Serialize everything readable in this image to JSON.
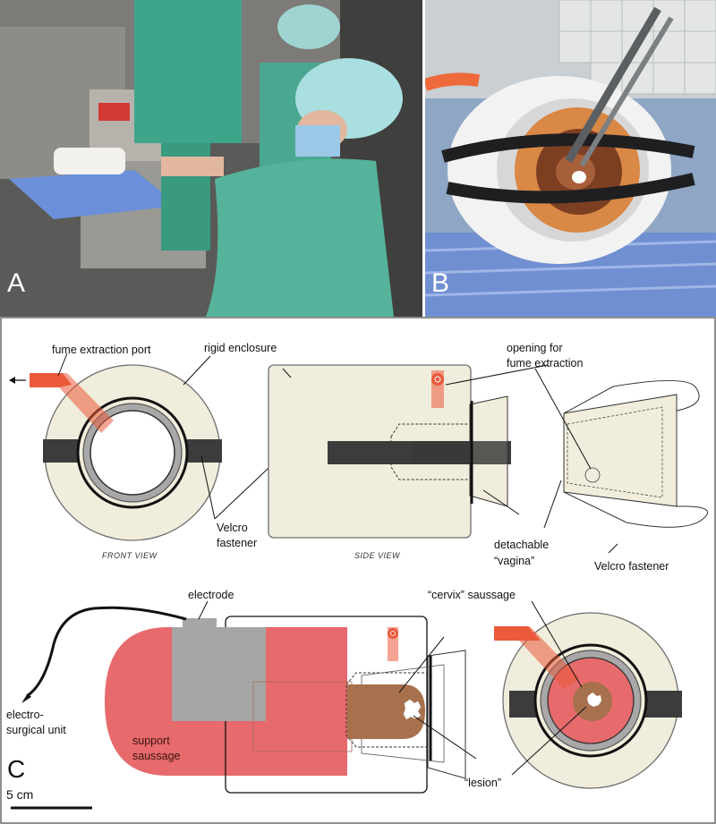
{
  "panels": {
    "a": {
      "letter": "A"
    },
    "b": {
      "letter": "B"
    },
    "c": {
      "letter": "C"
    }
  },
  "colors": {
    "beige": "#f1eddc",
    "salmon": "#e76a6c",
    "orange_red": "#ea5a3b",
    "tan": "#a8714d",
    "dark_bar": "#3c3c3c",
    "gray_box": "#a6a6a6",
    "scrub_green": "#4fa38d"
  },
  "labels": {
    "fume_extraction_port": "fume extraction port",
    "rigid_enclosure": "rigid enclosure",
    "opening_line1": "opening for",
    "opening_line2": "fume extraction",
    "front_view": "FRONT VIEW",
    "side_view": "SIDE VIEW",
    "velcro_fastener_left_1": "Velcro",
    "velcro_fastener_left_2": "fastener",
    "detachable_1": "detachable",
    "detachable_2": "“vagina”",
    "velcro_fastener_right": "Velcro fastener",
    "electrode": "electrode",
    "electro_1": "electro-",
    "electro_2": "surgical unit",
    "support_1": "support",
    "support_2": "saussage",
    "cervix": "“cervix” saussage",
    "lesion": "“lesion”",
    "scale": "5 cm"
  }
}
